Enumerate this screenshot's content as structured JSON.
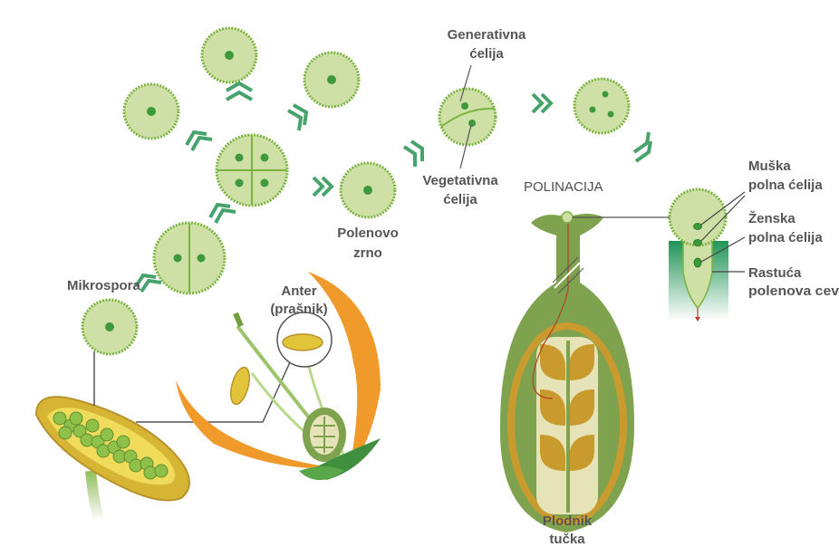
{
  "colors": {
    "cell_fill": "#cfe0a6",
    "cell_border": "#7ab340",
    "nucleus": "#3c9a3c",
    "arrow": "#46a36b",
    "leaf": "#6f9e3a",
    "pistil_outer": "#7ea24e",
    "pistil_inner": "#c99b2e",
    "anther": "#e2c43a",
    "petal": "#ef9a2b",
    "tube": "#2a9a5a"
  },
  "labels": {
    "generative_line1": "Generativna",
    "generative_line2": "ćelija",
    "vegetative_line1": "Vegetativna",
    "vegetative_line2": "ćelija",
    "pollination": "POLINACIJA",
    "pollen_line1": "Polenovo",
    "pollen_line2": "zrno",
    "microspore": "Mikrospora",
    "anther_line1": "Anter",
    "anther_line2": "(prašnik)",
    "male_line1": "Muška",
    "male_line2": "polna ćelija",
    "female_line1": "Ženska",
    "female_line2": "polna ćelija",
    "tube_line1": "Rastuća",
    "tube_line2": "polenova cev",
    "ovary_line1": "Plodnik",
    "ovary_line2": "tučka"
  },
  "icons": {
    "stage_arrow": "double-chevron-icon"
  }
}
